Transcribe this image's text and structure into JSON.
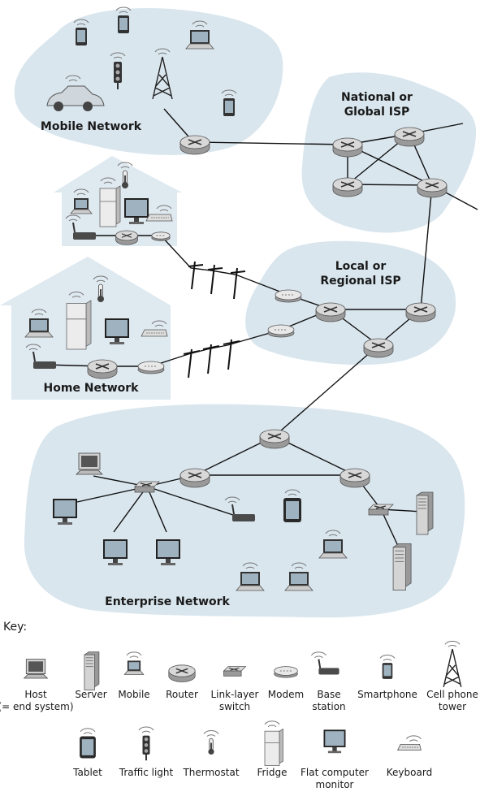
{
  "regions": {
    "mobile": "Mobile Network",
    "global_isp": [
      "National or",
      "Global ISP"
    ],
    "local_isp": [
      "Local or",
      "Regional ISP"
    ],
    "home": "Home Network",
    "enterprise": "Enterprise Network"
  },
  "key": {
    "title": "Key:",
    "row1": [
      {
        "icon": "host",
        "label": [
          "Host",
          "(= end system)"
        ]
      },
      {
        "icon": "server",
        "label": [
          "Server"
        ]
      },
      {
        "icon": "mobile",
        "label": [
          "Mobile"
        ]
      },
      {
        "icon": "router",
        "label": [
          "Router"
        ]
      },
      {
        "icon": "link-layer-switch",
        "label": [
          "Link-layer",
          "switch"
        ]
      },
      {
        "icon": "modem",
        "label": [
          "Modem"
        ]
      },
      {
        "icon": "base-station",
        "label": [
          "Base",
          "station"
        ]
      },
      {
        "icon": "smartphone",
        "label": [
          "Smartphone"
        ]
      },
      {
        "icon": "cell-phone-tower",
        "label": [
          "Cell phone",
          "tower"
        ]
      }
    ],
    "row2": [
      {
        "icon": "tablet",
        "label": [
          "Tablet"
        ]
      },
      {
        "icon": "traffic-light",
        "label": [
          "Traffic light"
        ]
      },
      {
        "icon": "thermostat",
        "label": [
          "Thermostat"
        ]
      },
      {
        "icon": "fridge",
        "label": [
          "Fridge"
        ]
      },
      {
        "icon": "flat-computer-monitor",
        "label": [
          "Flat computer",
          "monitor"
        ]
      },
      {
        "icon": "keyboard",
        "label": [
          "Keyboard"
        ]
      }
    ]
  },
  "colors": {
    "cloud": "#d9e6ee",
    "house": "#dfe9f0",
    "router_top": "#d8d8d8",
    "router_side": "#9a9a9a",
    "device_dark": "#4a4a4a",
    "screen": "#9fb2c0"
  }
}
